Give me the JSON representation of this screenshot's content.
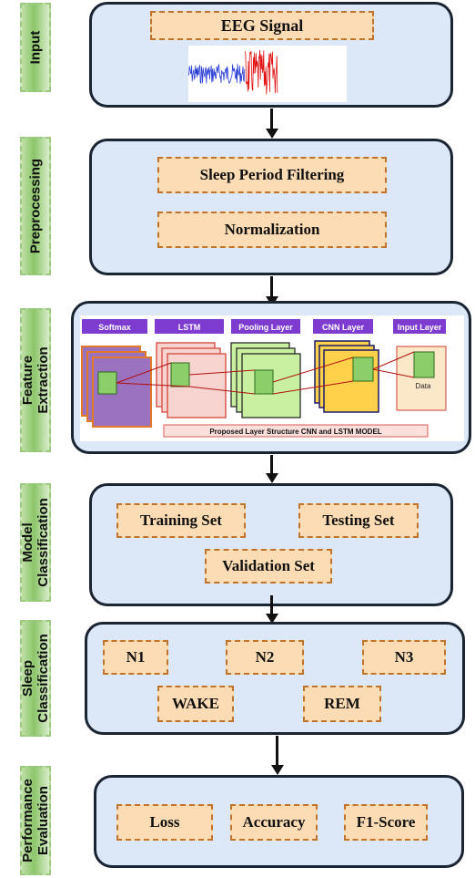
{
  "stages": {
    "input": "Input",
    "preprocessing": "Preprocessing",
    "feature_extraction": "Feature\nExtraction",
    "model_classification": "Model\nClassification",
    "sleep_classification": "Sleep\nClassification",
    "performance_evaluation": "Performance\nEvaluation"
  },
  "input": {
    "signal_label": "EEG Signal"
  },
  "preprocessing": {
    "step1": "Sleep Period Filtering",
    "step2": "Normalization"
  },
  "feature": {
    "layers": [
      "Softmax",
      "LSTM",
      "Pooling Layer",
      "CNN Layer",
      "Input Layer"
    ],
    "data_label": "Data",
    "caption": "Proposed Layer Structure CNN and LSTM MODEL"
  },
  "model": {
    "training": "Training Set",
    "testing": "Testing Set",
    "validation": "Validation Set"
  },
  "sleep": {
    "n1": "N1",
    "n2": "N2",
    "n3": "N3",
    "wake": "WAKE",
    "rem": "REM"
  },
  "performance": {
    "loss": "Loss",
    "accuracy": "Accuracy",
    "f1": "F1-Score"
  },
  "colors": {
    "panel_fill": "#dce8f8",
    "panel_border": "#1a2433",
    "chip_fill": "#fbdcb4",
    "chip_border": "#c0732a",
    "label_green": "#8cc56a",
    "layer_header": "#7d3ccf"
  }
}
